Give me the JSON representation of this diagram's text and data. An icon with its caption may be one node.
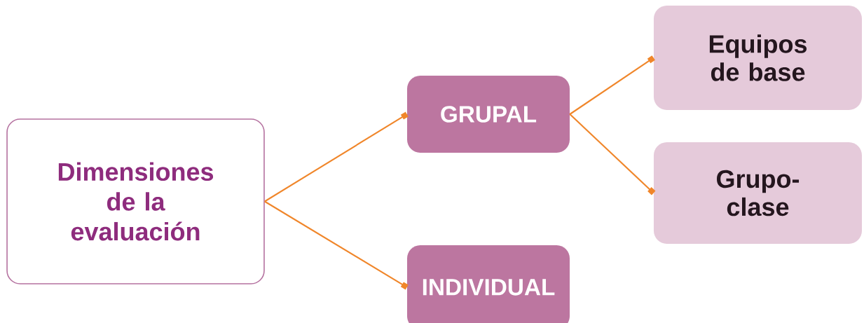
{
  "diagram": {
    "nodes": [
      {
        "text": [
          "Dimensiones de la evaluación"
        ]
      },
      {
        "text": [
          "GRUPAL"
        ]
      },
      {
        "text": [
          "Equipos de base"
        ]
      },
      {
        "text": [
          "Grupo-clase"
        ]
      },
      {
        "text": [
          "INDIVIDUAL"
        ]
      }
    ],
    "edges": [
      {
        "from": 0,
        "to": 1,
        "arrow": "other"
      },
      {
        "from": 0,
        "to": 4,
        "arrow": "other"
      },
      {
        "from": 1,
        "to": 2,
        "arrow": "other"
      },
      {
        "from": 1,
        "to": 3,
        "arrow": "other"
      }
    ]
  }
}
